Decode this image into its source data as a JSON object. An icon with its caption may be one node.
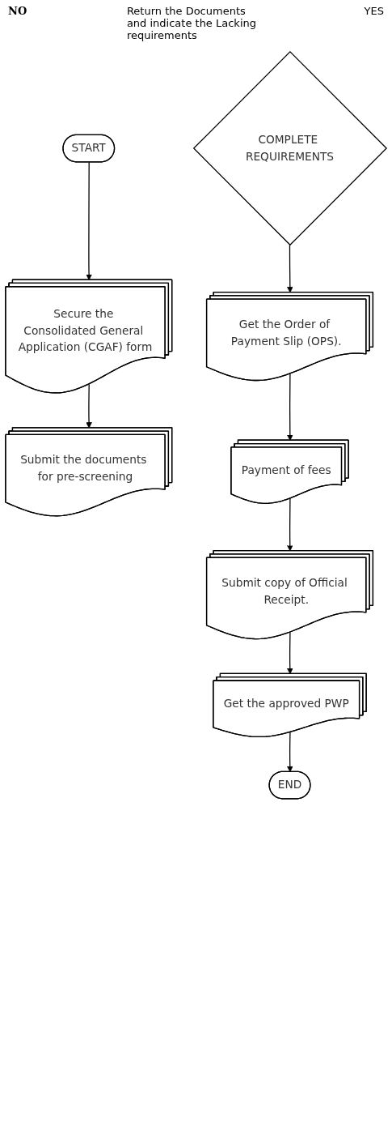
{
  "diagram": {
    "nodes": [
      {
        "text": [
          "START"
        ]
      },
      {
        "text": [
          "Secure the Consolidated General Application (CGAF) form"
        ]
      },
      {
        "text": [
          "Submit the documents for pre-screening"
        ]
      },
      {
        "text": [
          "COMPLETE REQUIREMENTS"
        ]
      },
      {
        "text": [
          "Get the Order of Payment Slip (OPS)."
        ]
      },
      {
        "text": [
          "Payment of fees"
        ]
      },
      {
        "text": [
          "Submit copy of Official Receipt."
        ]
      },
      {
        "text": [
          "Get the approved PWP"
        ]
      },
      {
        "text": [
          "END"
        ]
      }
    ],
    "edges": [
      {
        "from": 0,
        "to": 1,
        "arrow": "to"
      },
      {
        "from": 1,
        "to": 2,
        "arrow": "to"
      },
      {
        "from": 3,
        "to": 4,
        "arrow": "to"
      },
      {
        "from": 4,
        "to": 5,
        "arrow": "to"
      },
      {
        "from": 5,
        "to": 6,
        "arrow": "to"
      },
      {
        "from": 6,
        "to": 7,
        "arrow": "to"
      },
      {
        "from": 7,
        "to": 8,
        "arrow": "to"
      }
    ],
    "labels": [
      "NO",
      "Return the Documents and indicate the Lacking requirements",
      "YES"
    ]
  }
}
